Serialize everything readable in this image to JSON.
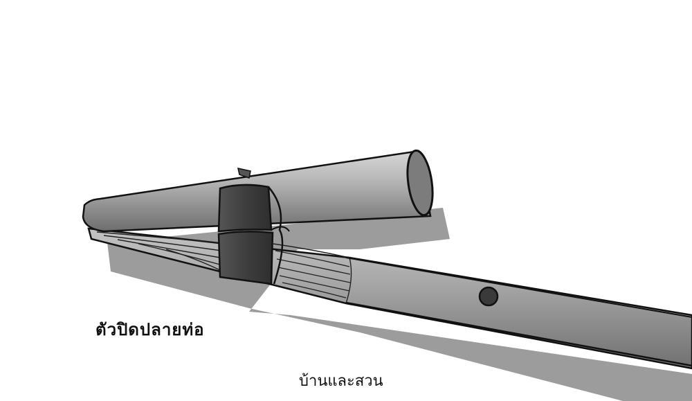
{
  "illustration": {
    "subject": "pipe-end-cap-sketch",
    "colors": {
      "background": "#ffffff",
      "shadow": "#9a9a9a",
      "pipe_light": "#c9c9c9",
      "pipe_mid": "#9e9e9e",
      "pipe_dark": "#6f6f6f",
      "clamp": "#4a4a4a",
      "outline": "#111111"
    }
  },
  "captions": {
    "main": "ตัวปิดปลายท่อ",
    "sub": "บ้านและสวน"
  }
}
